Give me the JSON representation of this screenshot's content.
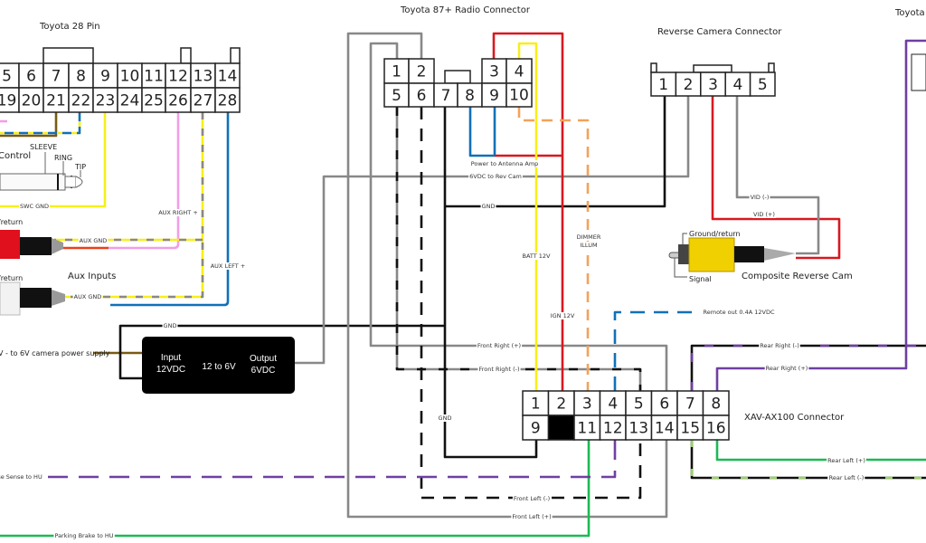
{
  "titles": {
    "toyota28": "Toyota 28 Pin",
    "radio": "Toyota 87+ Radio Connector",
    "revcam": "Reverse Camera Connector",
    "toyota_right": "Toyota",
    "xav": "XAV-AX100 Connector",
    "aux_inputs": "Aux Inputs",
    "control": "Control",
    "composite": "Composite Reverse Cam",
    "power_supply": "V - to 6V camera power supply"
  },
  "toyota28_pins": {
    "top": [
      "5",
      "6",
      "7",
      "8",
      "9",
      "10",
      "11",
      "12",
      "13",
      "14"
    ],
    "bottom": [
      "19",
      "20",
      "21",
      "22",
      "23",
      "24",
      "25",
      "26",
      "27",
      "28"
    ]
  },
  "radio_pins": {
    "top_left": [
      "1",
      "2"
    ],
    "top_right": [
      "3",
      "4"
    ],
    "bottom": [
      "5",
      "6",
      "7",
      "8",
      "9",
      "10"
    ]
  },
  "revcam_pins": [
    "1",
    "2",
    "3",
    "4",
    "5"
  ],
  "xav_pins": {
    "top": [
      "1",
      "2",
      "3",
      "4",
      "5",
      "6",
      "7",
      "8"
    ],
    "bottom": [
      "9",
      "",
      "11",
      "12",
      "13",
      "14",
      "15",
      "16"
    ]
  },
  "jack": {
    "sleeve": "SLEEVE",
    "ring": "RING",
    "tip": "TIP",
    "swc_gnd": "SWC GND"
  },
  "aux": {
    "return1": "/return",
    "return2": "/return",
    "aux_gnd1": "AUX GND",
    "aux_gnd2": "AUX GND",
    "aux_right": "AUX RIGHT +",
    "aux_left": "AUX LEFT +"
  },
  "converter": {
    "input1": "Input",
    "input2": "12VDC",
    "mid": "12 to 6V",
    "output1": "Output",
    "output2": "6VDC"
  },
  "wire_labels": {
    "gnd_left": "GND",
    "power_antenna": "Power to Antenna Amp",
    "rev_cam_6v": "6VDC to Rev Cam",
    "gnd_top": "GND",
    "batt": "BATT 12V",
    "ign": "IGN 12V",
    "dimmer1": "DIMMER",
    "dimmer2": "ILLUM",
    "remote": "Remote out 0.4A 12VDC",
    "front_right_pos": "Front Right (+)",
    "front_right_neg": "Front Right (-)",
    "gnd_mid": "GND",
    "front_left_neg": "Front Left (-)",
    "front_left_pos": "Front Left (+)",
    "reverse_sense": "se Sense to HU",
    "parking_brake": "Parking Brake to HU",
    "rear_right_neg": "Rear Right (-)",
    "rear_right_pos": "Rear Right (+)",
    "rear_left_pos": "Rear Left (+)",
    "rear_left_neg": "Rear Left (-)",
    "vid_neg": "VID (-)",
    "vid_pos": "VID (+)"
  },
  "rca": {
    "ground": "Ground/return",
    "signal": "Signal"
  },
  "colors": {
    "red": "#d71920",
    "yellow": "#f7ef1a",
    "blue": "#1170b8",
    "gray": "#888888",
    "black": "#111111",
    "purple": "#6f3fa3",
    "green": "#1db954",
    "orange": "#f3a25a",
    "pink": "#f29ee6",
    "brown": "#7a5a12",
    "lightgreen": "#9bd06a"
  }
}
